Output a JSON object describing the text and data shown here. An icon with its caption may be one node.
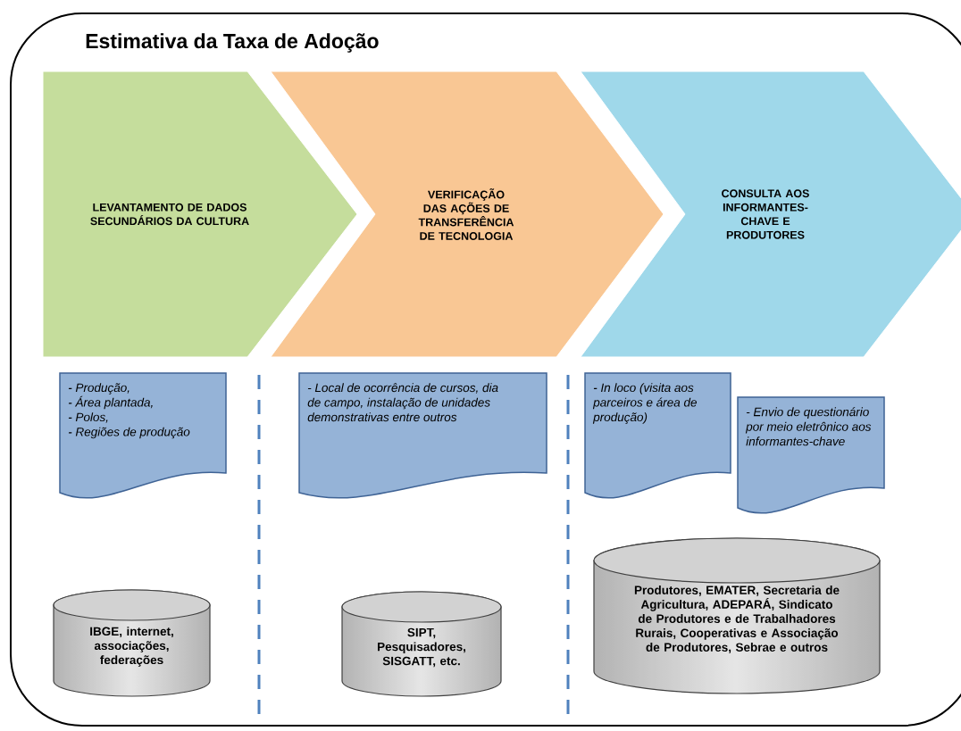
{
  "diagram": {
    "title": "Estimativa da Taxa de Adoção",
    "nodes": [
      {
        "text": [
          "LEVANTAMENTO DE DADOS SECUNDÁRIOS DA CULTURA"
        ]
      },
      {
        "text": [
          "VERIFICAÇÃO DAS AÇÕES DE TRANSFERÊNCIA DE TECNOLOGIA"
        ]
      },
      {
        "text": [
          "CONSULTA AOS INFORMANTES-CHAVE E PRODUTORES"
        ]
      },
      {
        "text": [
          "- Produção,",
          "- Área plantada,",
          "- Polos,",
          "- Regiões de produção"
        ]
      },
      {
        "text": [
          "- Local de ocorrência de cursos, dia de campo, instalação de unidades demonstrativas entre outros"
        ]
      },
      {
        "text": [
          "- In loco (visita aos parceiros e área de produção)"
        ]
      },
      {
        "text": [
          "- Envio de questionário por meio eletrônico aos informantes-chave"
        ]
      },
      {
        "text": [
          "IBGE, internet, associações, federações"
        ]
      },
      {
        "text": [
          "SIPT, Pesquisadores, SISGATT, etc."
        ]
      },
      {
        "text": [
          "Produtores, EMATER, Secretaria de Agricultura, ADEPARÁ, Sindicato de Produtores e de Trabalhadores Rurais, Cooperativas e Associação de Produtores, Sebrae e outros"
        ]
      }
    ]
  }
}
